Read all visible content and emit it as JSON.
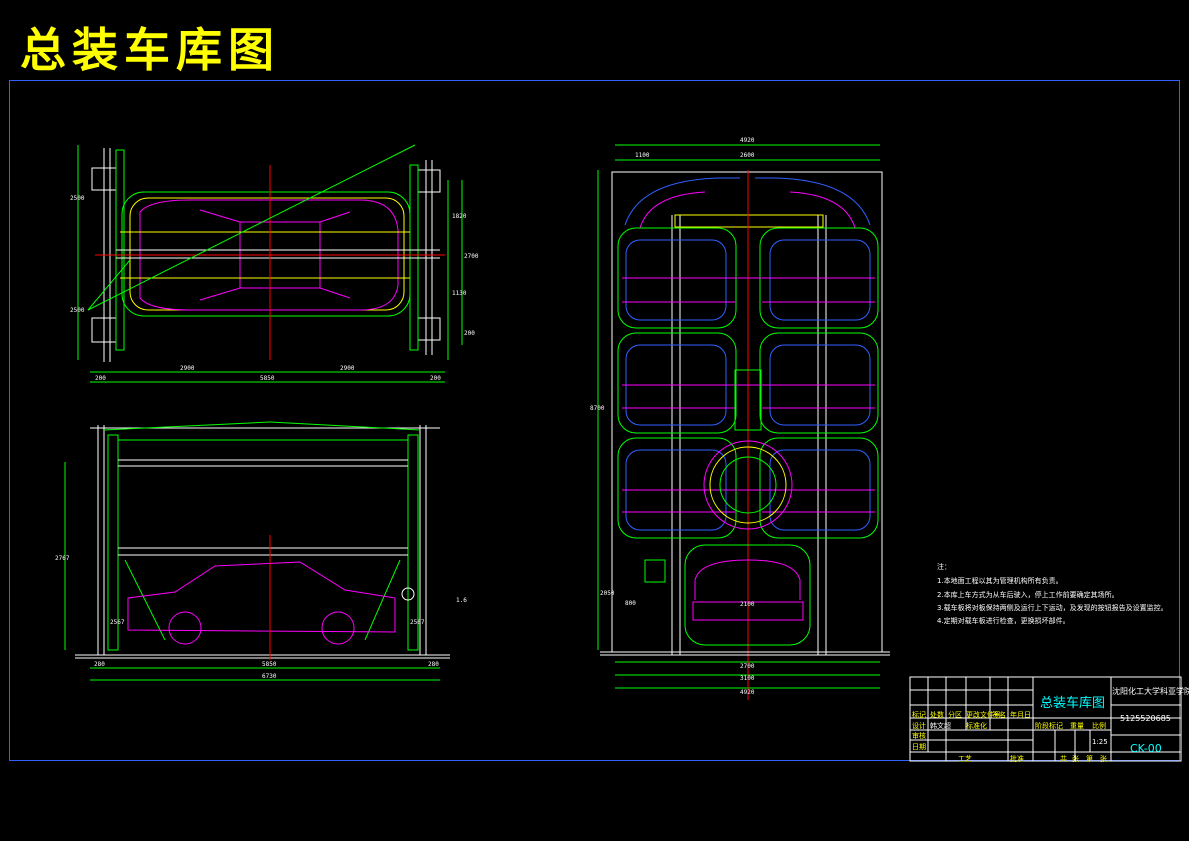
{
  "title": "总装车库图",
  "colors": {
    "title": "#ffff00",
    "frame": "#3060ff",
    "green": "#00ff00",
    "magenta": "#ff00ff",
    "red": "#ff0000",
    "cyan": "#00ffff",
    "white": "#ffffff",
    "blue": "#3060ff",
    "yellow": "#ffff00"
  },
  "top_view": {
    "dims_bottom": [
      "200",
      "2900",
      "2900",
      "200"
    ],
    "dim_total": "5850",
    "dims_left": [
      "2500",
      "2500"
    ],
    "dims_right": [
      "1820",
      "2700",
      "1130",
      "200"
    ]
  },
  "front_view": {
    "dims_bottom": [
      "280",
      "5850",
      "280"
    ],
    "dim_total": "6730",
    "dim_left": "2767",
    "marks": [
      "2567",
      "2567",
      "1.6"
    ]
  },
  "side_view": {
    "dims_top": [
      "4920",
      "1100",
      "2600"
    ],
    "dim_left": "8700",
    "dims_bottom": [
      "2700",
      "3100",
      "4920"
    ],
    "dim_mid": "2100",
    "dims_lower_left": [
      "2050",
      "800"
    ]
  },
  "notes": [
    "注：",
    "1.本地面工程以其为管理机构所有负责。",
    "2.本库上车方式为从车后驶入，停上工作前要确定其场所。",
    "3.载车板将对板保持两侧及运行上下运动，及发现的按钮报告及设置监控。",
    "4.定期对载车板进行检查，更换损坏部件。"
  ],
  "title_block": {
    "drawing_name": "总装车库图",
    "school": "沈阳化工大学科亚学院",
    "number": "5125520685",
    "code": "CK-00",
    "labels": [
      "标记",
      "处数",
      "分区",
      "更改文件号",
      "签名",
      "年月日",
      "设计",
      "审核",
      "日期",
      "工艺",
      "批准",
      "阶段标记",
      "重量",
      "比例",
      "共",
      "张",
      "第",
      "张"
    ],
    "designer": "韩文超",
    "scale": "1:25",
    "std": "标准化"
  }
}
